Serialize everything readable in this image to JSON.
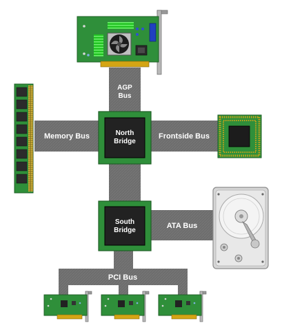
{
  "buses": {
    "agp_line1": "AGP",
    "agp_line2": "Bus",
    "memory": "Memory Bus",
    "frontside": "Frontside Bus",
    "ata": "ATA Bus",
    "pci": "PCI Bus"
  },
  "chips": {
    "north_line1": "North",
    "north_line2": "Bridge",
    "south_line1": "South",
    "south_line2": "Bridge"
  },
  "colors": {
    "bus": "#6f6f6f",
    "pcb": "#2f8f3a",
    "chip": "#222222",
    "gold": "#d4a514",
    "drive": "#d8d8d8"
  },
  "icons": {
    "video_card": "agp-video-card-icon",
    "memory": "ram-module-icon",
    "cpu": "cpu-chip-icon",
    "hard_drive": "hard-drive-icon",
    "pci_card": "pci-card-icon"
  }
}
